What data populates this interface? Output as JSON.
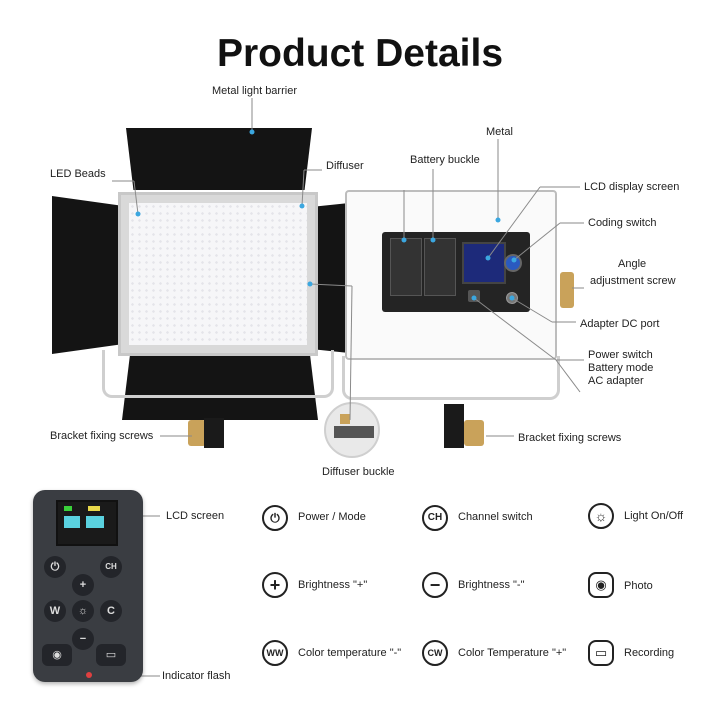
{
  "title": "Product Details",
  "callouts": {
    "metal_light_barrier": "Metal light barrier",
    "metal": "Metal",
    "led_beads": "LED Beads",
    "diffuser": "Diffuser",
    "battery_buckle": "Battery buckle",
    "lcd_display_screen": "LCD display screen",
    "coding_switch": "Coding switch",
    "angle_adjustment_line1": "Angle",
    "angle_adjustment_line2": "adjustment screw",
    "adapter_dc_port": "Adapter DC port",
    "power_switch_line1": "Power switch",
    "power_switch_line2": "Battery mode",
    "power_switch_line3": "AC adapter",
    "bracket_fixing_left": "Bracket fixing screws",
    "bracket_fixing_right": "Bracket fixing screws",
    "diffuser_buckle": "Diffuser buckle",
    "lcd_screen": "LCD screen",
    "indicator_flash": "Indicator flash"
  },
  "remote": {
    "btn_power": "⏻",
    "btn_ch": "CH",
    "btn_plus": "+",
    "btn_ww": "W",
    "btn_light": "☼",
    "btn_cw": "C",
    "btn_minus": "−",
    "btn_photo": "◉",
    "btn_record": "▭"
  },
  "legend": [
    {
      "icon": "power-icon",
      "symbol": "⏻",
      "label": "Power / Mode"
    },
    {
      "icon": "channel-icon",
      "symbol": "CH",
      "label": "Channel switch"
    },
    {
      "icon": "bulb-icon",
      "symbol": "☼",
      "label": "Light On/Off"
    },
    {
      "icon": "plus-icon",
      "symbol": "+",
      "label": "Brightness \"+\""
    },
    {
      "icon": "minus-icon",
      "symbol": "−",
      "label": "Brightness \"-\""
    },
    {
      "icon": "camera-icon",
      "symbol": "◉",
      "label": "Photo"
    },
    {
      "icon": "ww-icon",
      "symbol": "WW",
      "label": "Color temperature \"-\""
    },
    {
      "icon": "cw-icon",
      "symbol": "CW",
      "label": "Color Temperature \"+\""
    },
    {
      "icon": "record-icon",
      "symbol": "▭",
      "label": "Recording"
    }
  ],
  "colors": {
    "callout_line": "#8a8a8a",
    "dot": "#3ba7e0",
    "knob_gold": "#c9a25a",
    "device_black": "#141414"
  }
}
